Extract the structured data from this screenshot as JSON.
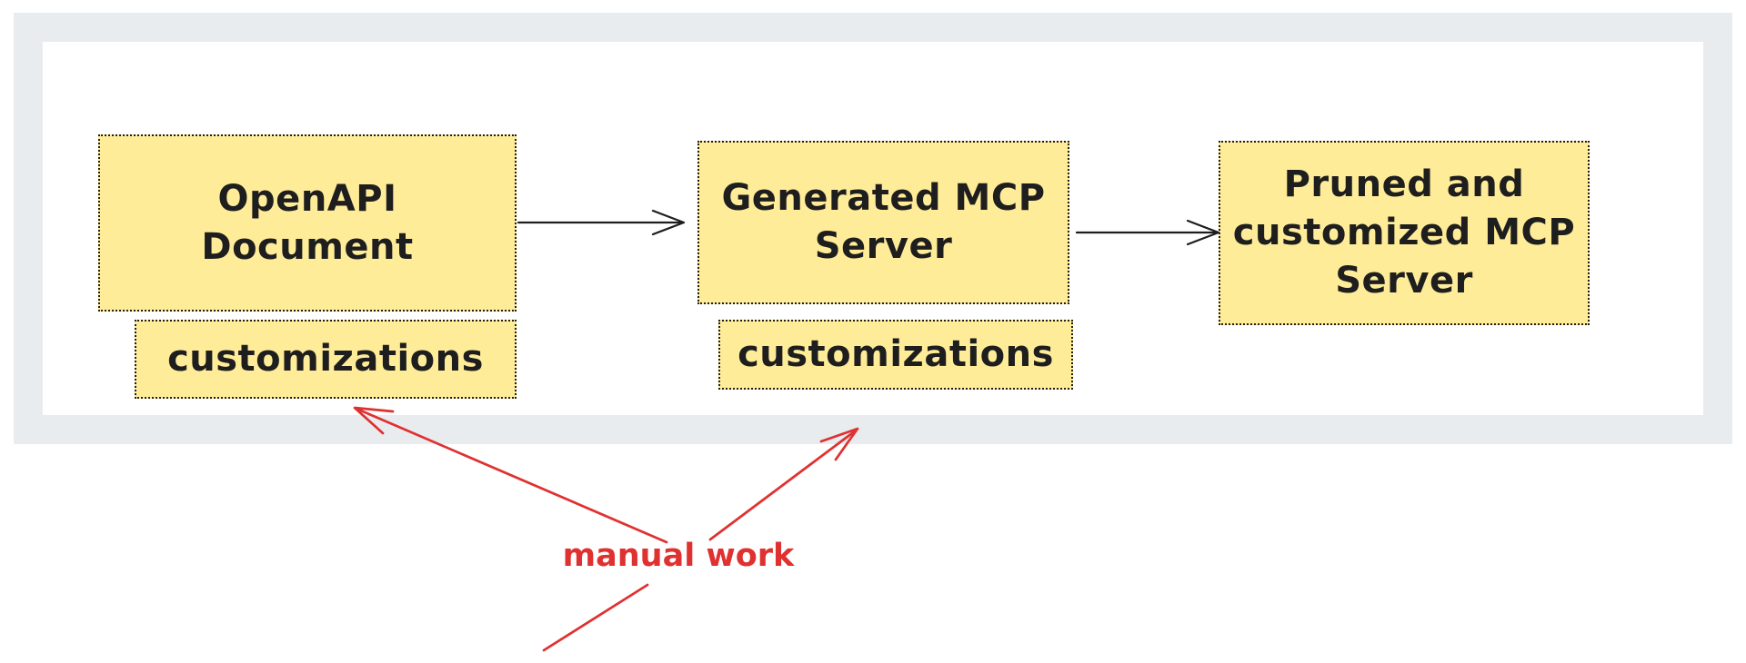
{
  "colors": {
    "background": "#ffffff",
    "frame": "#e9ecef",
    "node_fill": "#ffec99",
    "node_border": "#1e1e1e",
    "text": "#1e1e1e",
    "arrow": "#1e1e1e",
    "accent_red": "#e03131"
  },
  "nodes": [
    {
      "id": "openapi-document",
      "label": "OpenAPI Document",
      "lines": [
        "OpenAPI",
        "Document"
      ]
    },
    {
      "id": "customizations-left",
      "label": "customizations",
      "lines": [
        "customizations"
      ]
    },
    {
      "id": "generated-mcp-server",
      "label": "Generated MCP Server",
      "lines": [
        "Generated MCP",
        "Server"
      ]
    },
    {
      "id": "customizations-middle",
      "label": "customizations",
      "lines": [
        "customizations"
      ]
    },
    {
      "id": "pruned-mcp-server",
      "label": "Pruned and customized MCP Server",
      "lines": [
        "Pruned and",
        "customized MCP",
        "Server"
      ]
    }
  ],
  "edges": [
    {
      "id": "openapi-to-generated",
      "from": "openapi-document",
      "to": "generated-mcp-server",
      "color": "#1e1e1e"
    },
    {
      "id": "generated-to-pruned",
      "from": "generated-mcp-server",
      "to": "pruned-mcp-server",
      "color": "#1e1e1e"
    },
    {
      "id": "manual-to-customizations-left",
      "to": "customizations-left",
      "color": "#e03131"
    },
    {
      "id": "manual-to-customizations-middle",
      "to": "customizations-middle",
      "color": "#e03131",
      "label": "manual work"
    }
  ],
  "annotations": [
    {
      "text": "manual work",
      "color": "#e03131"
    }
  ]
}
